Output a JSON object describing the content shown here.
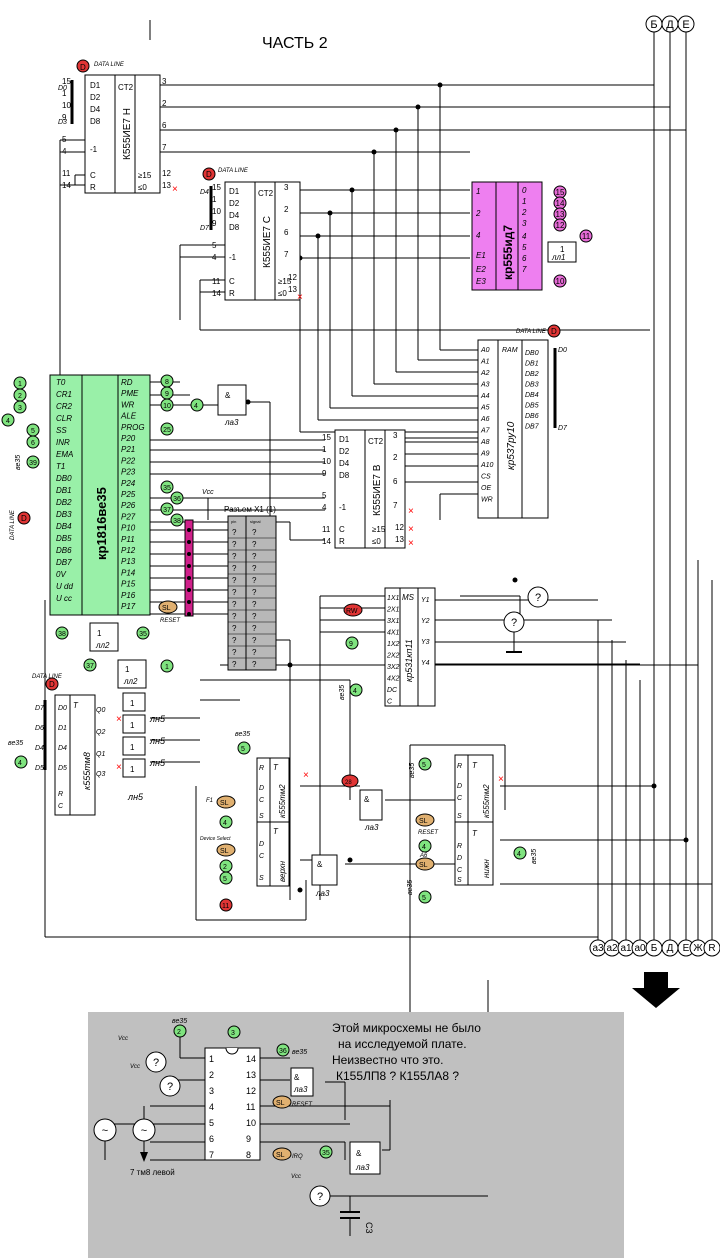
{
  "title": "ЧАСТЬ 2",
  "top_buses": [
    "Б",
    "Д",
    "Е"
  ],
  "bottom_buses": [
    "а3",
    "а2",
    "а1",
    "а0",
    "Б",
    "Д",
    "Е",
    "Ж",
    "R"
  ],
  "data_line_label": "DATA LINE",
  "chips": {
    "ie7_h": "К555ИЕ7 Н",
    "ie7_c": "К555ИЕ7 С",
    "ie7_b": "К555ИЕ7 В",
    "id7": "кр555ид7",
    "ru10": "кр537ру10",
    "ve35": "кр1816ве35",
    "kp11": "кр531кп11",
    "tm8": "к555тм8",
    "tm2_upper": "к555тм2",
    "tm2_lower": "к555тм2",
    "upper": "верхн",
    "lower": "нижн"
  },
  "gate_labels": {
    "la3": "ла3",
    "ln5": "лн5",
    "ll1": "лл1",
    "ll2": "лл2"
  },
  "connector": {
    "title": "Разъем X1 (1)",
    "col1": "pin",
    "col2": "signal",
    "cell": "?"
  },
  "pin_labels": {
    "ve35_left": [
      "T0",
      "CR1",
      "CR2",
      "CLR",
      "SS",
      "INR",
      "EMA",
      "T1",
      "DB0",
      "DB1",
      "DB2",
      "DB3",
      "DB4",
      "DB5",
      "DB6",
      "DB7",
      "0V",
      "U dd",
      "U cc"
    ],
    "ve35_right": [
      "RD",
      "PME",
      "WR",
      "ALE",
      "PROG",
      "P20",
      "P21",
      "P22",
      "P23",
      "P24",
      "P25",
      "P26",
      "P27",
      "P10",
      "P11",
      "P12",
      "P13",
      "P14",
      "P15",
      "P16",
      "P17"
    ],
    "ru10_left": [
      "A0",
      "A1",
      "A2",
      "A3",
      "A4",
      "A5",
      "A6",
      "A7",
      "A8",
      "A9",
      "A10",
      "CS",
      "OE",
      "WR"
    ],
    "ru10_right": [
      "DB0",
      "DB1",
      "DB2",
      "DB3",
      "DB4",
      "DB5",
      "DB6",
      "DB7"
    ],
    "kp11_left": [
      "1X1",
      "2X1",
      "3X1",
      "4X1",
      "1X2",
      "2X2",
      "3X2",
      "4X2",
      "DC",
      "C"
    ],
    "kp11_right": [
      "Y1",
      "Y2",
      "Y3",
      "Y4"
    ]
  },
  "signal_labels": {
    "vcc": "Vcc",
    "ve35": "ве35",
    "reset": "RESET",
    "f1": "F1",
    "device_select": "Device Select",
    "a6": "A6",
    "sl": "SL",
    "rw": "RW",
    "irq": "IRQ",
    "d0": "D0",
    "d3": "D3",
    "d4": "D4",
    "d7": "D7"
  },
  "note": {
    "lines": [
      "Этой микросхемы не было",
      "на исследуемой плате.",
      "Неизвестно что это.",
      "К155ЛП8 ?  К155ЛА8 ?"
    ],
    "color": "#ff0000"
  },
  "bottom_chip": {
    "left_pins": [
      "1",
      "2",
      "3",
      "4",
      "5",
      "6",
      "7"
    ],
    "right_pins": [
      "14",
      "13",
      "12",
      "11",
      "10",
      "9",
      "8"
    ],
    "caption": "7 тм8 левой",
    "c3": "С3"
  },
  "colors": {
    "ve35_fill": "#99f0a8",
    "id7_fill": "#ee7ff0",
    "bottom_panel": "#c0c0c0",
    "connector_fill": "#b8b8b8",
    "magenta_bar": "#d0208a",
    "green_node": "#7fe37f",
    "red_node": "#e03535",
    "orange_node": "#e0b070",
    "pink_node": "#e66bd6",
    "red_text": "#ff0000"
  }
}
